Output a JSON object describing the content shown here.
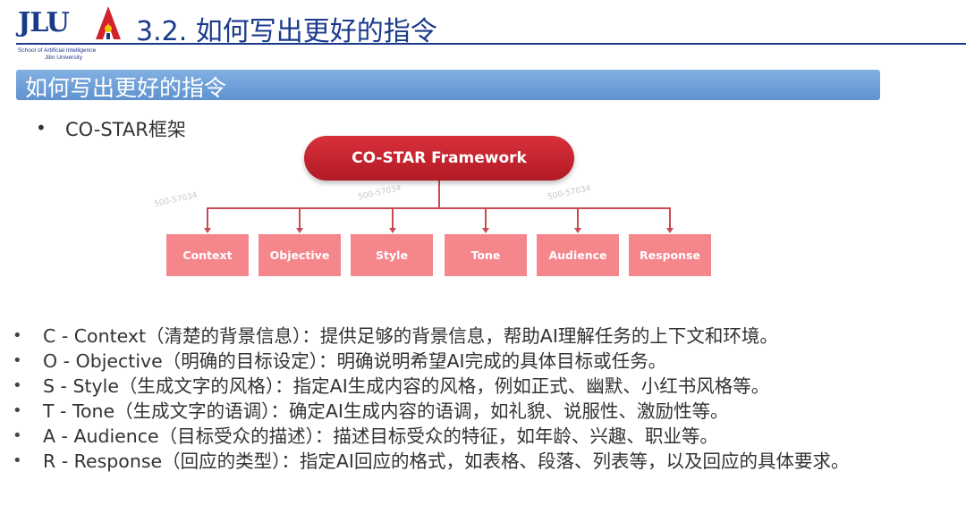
{
  "header": {
    "logo_text": "JLU",
    "logo_sub_line1": "School of Artificial Intelligence",
    "logo_sub_line2": "Jilin University",
    "title": "3.2. 如何写出更好的指令"
  },
  "section": {
    "title": "如何写出更好的指令"
  },
  "bullet_top": "CO-STAR框架",
  "diagram": {
    "root": "CO-STAR Framework",
    "items": [
      "Context",
      "Objective",
      "Style",
      "Tone",
      "Audience",
      "Response"
    ],
    "watermark": "500-57034",
    "colors": {
      "root": "#c0222c",
      "item": "#f5868c",
      "connector": "#c94a52"
    }
  },
  "list": [
    "C - Context（清楚的背景信息）：提供足够的背景信息，帮助AI理解任务的上下文和环境。",
    "O - Objective（明确的目标设定）：明确说明希望AI完成的具体目标或任务。",
    "S - Style（生成文字的风格）：指定AI生成内容的风格，例如正式、幽默、小红书风格等。",
    "T - Tone（生成文字的语调）：确定AI生成内容的语调，如礼貌、说服性、激励性等。",
    "A - Audience（目标受众的描述）：描述目标受众的特征，如年龄、兴趣、职业等。",
    "R - Response（回应的类型）：指定AI回应的格式，如表格、段落、列表等，以及回应的具体要求。"
  ],
  "colors": {
    "brand": "#1a3a8c",
    "section_bar": "#6f9fd8",
    "text": "#333333"
  }
}
